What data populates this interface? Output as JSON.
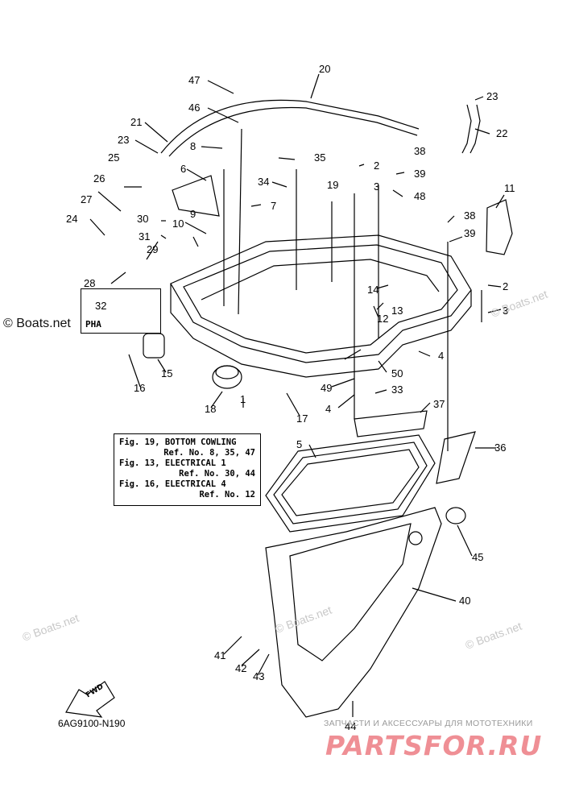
{
  "watermarks": {
    "boats_main": "© Boats.net",
    "boats_faint": "© Boats.net"
  },
  "reference_box": {
    "line1": "Fig. 19, BOTTOM COWLING",
    "line2": "Ref. No. 8, 35, 47",
    "line3": "Fig. 13, ELECTRICAL 1",
    "line4": "Ref. No. 30, 44",
    "line5": "Fig. 16, ELECTRICAL 4",
    "line6": "Ref. No. 12"
  },
  "pha_label": "PHA",
  "fwd_label": "FWD",
  "diagram_code": "6AG9100-N190",
  "brand": {
    "tagline": "ЗАПЧАСТИ И АКСЕССУАРЫ ДЛЯ МОТОТЕХНИКИ",
    "name": "PARTSFOR.RU"
  },
  "callouts": [
    "1",
    "2",
    "2",
    "3",
    "3",
    "4",
    "4",
    "5",
    "6",
    "7",
    "8",
    "9",
    "10",
    "11",
    "12",
    "13",
    "14",
    "15",
    "16",
    "17",
    "18",
    "19",
    "20",
    "21",
    "22",
    "23",
    "23",
    "24",
    "25",
    "26",
    "27",
    "28",
    "29",
    "30",
    "31",
    "32",
    "33",
    "34",
    "35",
    "36",
    "37",
    "38",
    "38",
    "39",
    "39",
    "40",
    "41",
    "42",
    "43",
    "44",
    "45",
    "46",
    "47",
    "48",
    "49",
    "50"
  ],
  "colors": {
    "line": "#000000",
    "watermark": "#c8c8c8",
    "brand": "#ef8f95"
  }
}
